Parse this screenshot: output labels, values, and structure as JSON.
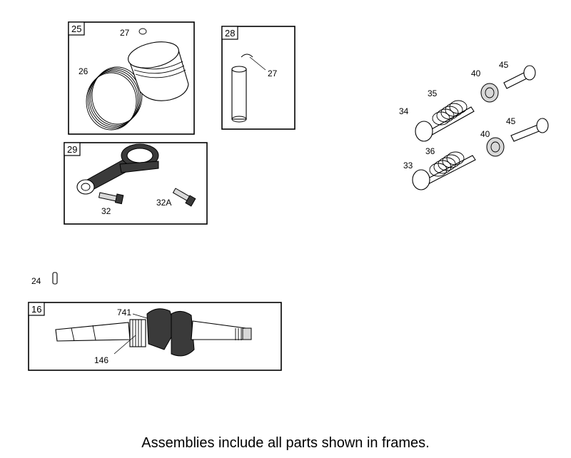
{
  "frames": {
    "piston_kit": "25",
    "wrist_pin_kit": "28",
    "connecting_rod_kit": "29",
    "crankshaft_kit": "16"
  },
  "labels": {
    "piston_retainer": "27",
    "piston_rings": "26",
    "pin_retainer": "27",
    "rod_bolt_a": "32",
    "rod_bolt_b": "32A",
    "key": "24",
    "gear": "741",
    "gear_key": "146",
    "exhaust_valve": "34",
    "exhaust_spring": "35",
    "intake_valve": "33",
    "intake_spring": "36",
    "retainer_upper": "40",
    "retainer_lower": "40",
    "tappet_upper": "45",
    "tappet_lower": "45"
  },
  "footer": "Assemblies include all parts shown in frames."
}
